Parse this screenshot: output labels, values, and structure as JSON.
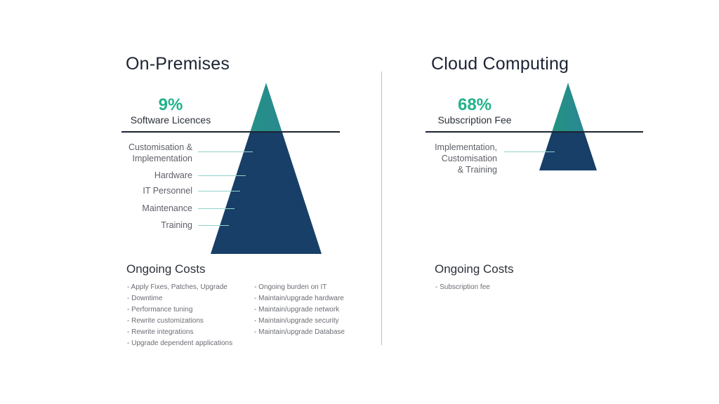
{
  "colors": {
    "accent_green": "#22b28a",
    "tip_gradient_start": "#1f9a73",
    "tip_gradient_end": "#2f7fa3",
    "submerged_navy": "#173f68",
    "waterline": "#1d2430",
    "leader_line": "#8fd3cc"
  },
  "on_premises": {
    "title": "On-Premises",
    "visible": {
      "percent": "9%",
      "label": "Software Licences"
    },
    "hidden_costs": [
      {
        "label_line1": "Customisation &",
        "label_line2": "Implementation"
      },
      {
        "label_line1": "Hardware"
      },
      {
        "label_line1": "IT Personnel"
      },
      {
        "label_line1": "Maintenance"
      },
      {
        "label_line1": "Training"
      }
    ],
    "ongoing": {
      "heading": "Ongoing Costs",
      "col1": [
        "- Apply Fixes, Patches, Upgrade",
        "- Downtime",
        "- Performance tuning",
        "- Rewrite customizations",
        "- Rewrite integrations",
        "- Upgrade dependent applications"
      ],
      "col2": [
        "- Ongoing burden on IT",
        "- Maintain/upgrade hardware",
        "- Maintain/upgrade network",
        "- Maintain/upgrade security",
        "- Maintain/upgrade Database"
      ]
    }
  },
  "cloud": {
    "title": "Cloud Computing",
    "visible": {
      "percent": "68%",
      "label": "Subscription Fee"
    },
    "hidden_costs": [
      {
        "label_line1": "Implementation,",
        "label_line2": "Customisation",
        "label_line3": "& Training"
      }
    ],
    "ongoing": {
      "heading": "Ongoing Costs",
      "col1": [
        "- Subscription fee"
      ]
    }
  }
}
